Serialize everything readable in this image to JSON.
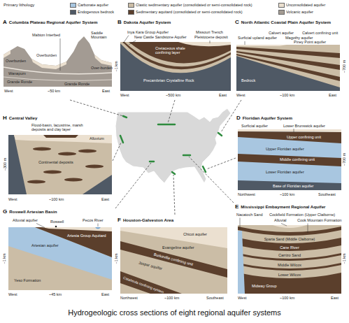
{
  "diagram": {
    "caption": "Hydrogeologic cross sections of eight regional aquifer systems",
    "nodes": [
      {
        "text": [
          "A",
          "Columbia Plateau Regional Aquifer System"
        ]
      },
      {
        "text": [
          "B",
          "Dakota Aquifer System"
        ]
      },
      {
        "text": [
          "C",
          "North Atlantic Coastal Plain Aquifer System"
        ]
      },
      {
        "text": [
          "H",
          "Central Valley"
        ]
      },
      {
        "text": [
          "D",
          "Floridan Aquifer System"
        ]
      },
      {
        "text": [
          "G",
          "Roswell Artesian Basin"
        ]
      },
      {
        "text": [
          "F",
          "Houston-Galveston Area"
        ]
      },
      {
        "text": [
          "E",
          "Mississippi Embayment Regional Aquifer"
        ]
      }
    ],
    "labels": [
      "Primary lithology",
      "Mabton Interbed",
      "Saddle Mountain",
      "Overburden",
      "Overburden",
      "Wanapum",
      "Grande Ronde",
      "Grande Ronde",
      "Over-burden",
      "West",
      "~50 km",
      "East",
      "Inya Kara Group Aquifer",
      "New Castle Sandstone Aquifer",
      "Missouri Trench",
      "Pleistocene deposit",
      "Cretaceous shale confining layer",
      "Precambrian Crystalline Rock",
      "~1 km",
      "West",
      "~500 km",
      "East",
      "Surficial upland aquifer",
      "Calvert aquifer",
      "Calvert confining unit",
      "Magothy aquifer",
      "Piney Point aquifer",
      "Bedrock",
      "West",
      "~100 km",
      "East",
      "~700 m",
      "Flood-basin, lacustrine, marsh deposits and clay layer",
      "Alluvium",
      "Continental deposits",
      "~300 m",
      "West",
      "~100 km",
      "East",
      "Surficial aquifer",
      "Lower Brunswick aquifer",
      "Upper confining unit",
      "Upper Floridan aquifer",
      "Middle confining unit",
      "Lower Floridan aquifer",
      "Base of Floridan aquifer",
      "Northwest",
      "~100 km",
      "Southeast",
      "~700 m",
      "Alluvial aquifer",
      "Roswell",
      "Pecos River",
      "Artesia Group Aquitard",
      "Artesian aquifer",
      "Yeso Formation",
      "~1 km",
      "West",
      "~45 km",
      "East",
      "Chicot aquifer",
      "Evangeline aquifer",
      "Burkeville confining unit",
      "Jasper aquifer",
      "Catahoula confining system",
      "~1 km",
      "Northwest",
      "~100 km",
      "Southeast",
      "Nacatoch Sand",
      "Cockfield Formation (Upper Claiborne)",
      "Alluvial",
      "Cook Mountain Formation",
      "Sparta Sand (Middle Claiborne)",
      "Cane River",
      "Carrizo Sand",
      "Middle Wilcox",
      "Lower Wilcox",
      "Midway Group",
      "West",
      "~100 km",
      "East",
      "~1 km"
    ],
    "legend": [
      {
        "text": "Carbonate aquifer",
        "color": "#a8c6e0"
      },
      {
        "text": "Endogenous bedrock",
        "color": "#4f5965"
      },
      {
        "text": "Clastic sedimentary aquifer (consolidated or semi-consolidated rock)",
        "color": "#cbbda6"
      },
      {
        "text": "Sedimentary aquitard (consolidated or semi-consolidated rock)",
        "color": "#5b3f2c"
      },
      {
        "text": "Unconsolidated aquifer",
        "color": "#ebe0d0"
      },
      {
        "text": "Volcanic aquifer",
        "color": "#a39b93"
      }
    ]
  }
}
